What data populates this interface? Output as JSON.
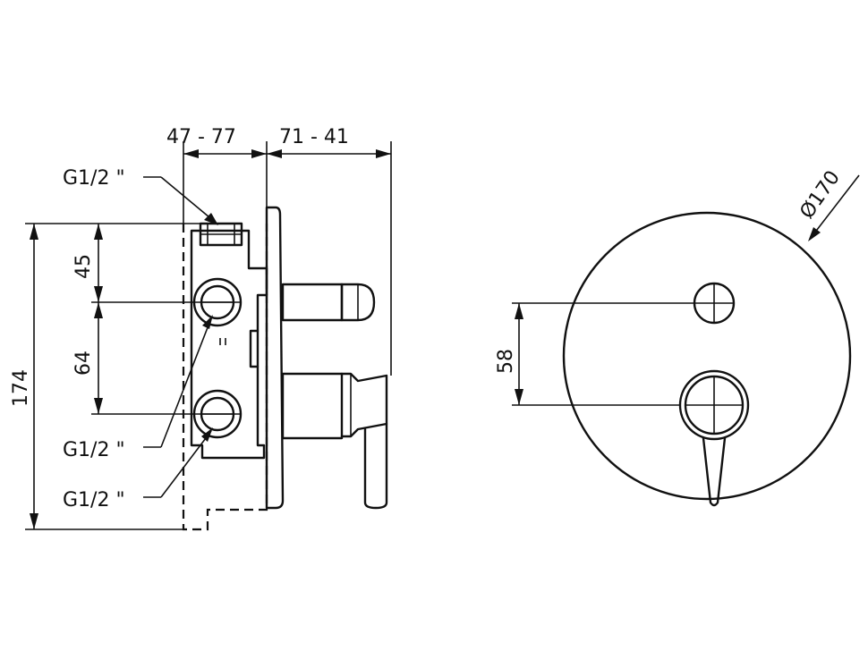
{
  "side_view": {
    "dim_depth_range_1": "47 - 77",
    "dim_depth_range_2": "71 - 41",
    "dim_total_height": "174",
    "dim_upper_offset": "45",
    "dim_port_spacing": "64",
    "port_top_label": "G1/2 \"",
    "port_middle_label": "G1/2 \"",
    "port_bottom_label": "G1/2 \""
  },
  "front_view": {
    "dim_diameter": "Ø170",
    "dim_control_spacing": "58"
  }
}
